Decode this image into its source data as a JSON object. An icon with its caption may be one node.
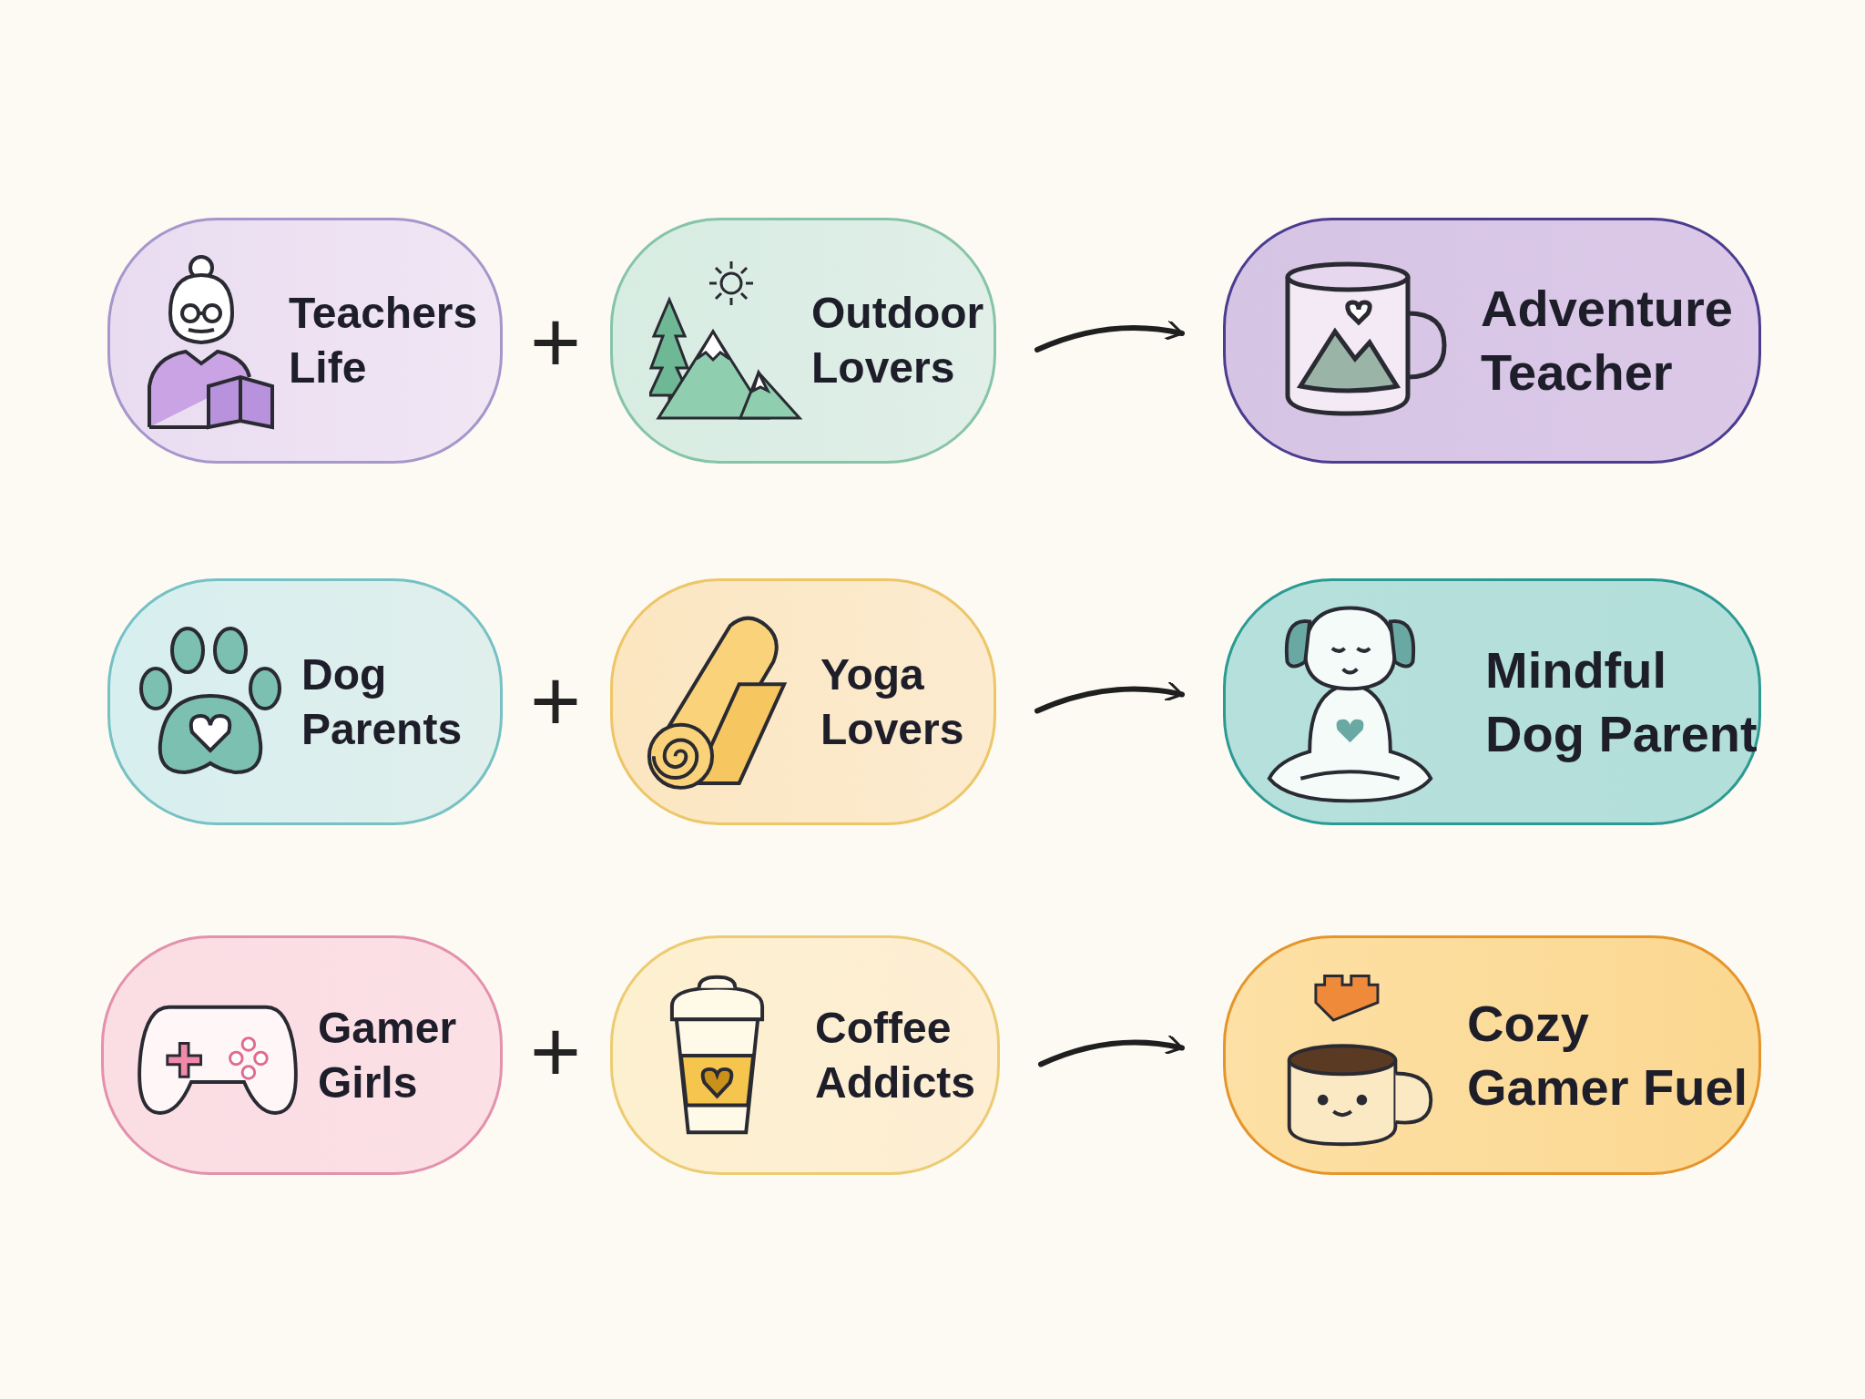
{
  "diagram": {
    "nodes": [
      {
        "text": [
          "Teachers Life"
        ]
      },
      {
        "text": [
          "Outdoor Lovers"
        ]
      },
      {
        "text": [
          "Adventure Teacher"
        ]
      },
      {
        "text": [
          "Dog Parents"
        ]
      },
      {
        "text": [
          "Yoga Lovers"
        ]
      },
      {
        "text": [
          "Mindful Dog Parent"
        ]
      },
      {
        "text": [
          "Gamer Girls"
        ]
      },
      {
        "text": [
          "Coffee Addicts"
        ]
      },
      {
        "text": [
          "Cozy Gamer Fuel"
        ]
      }
    ],
    "edges": [
      {
        "from": 1,
        "to": 2,
        "arrow": "to"
      },
      {
        "from": 4,
        "to": 5,
        "arrow": "to"
      },
      {
        "from": 7,
        "to": 8,
        "arrow": "to"
      }
    ],
    "labels": [
      "+",
      "+",
      "+"
    ]
  }
}
